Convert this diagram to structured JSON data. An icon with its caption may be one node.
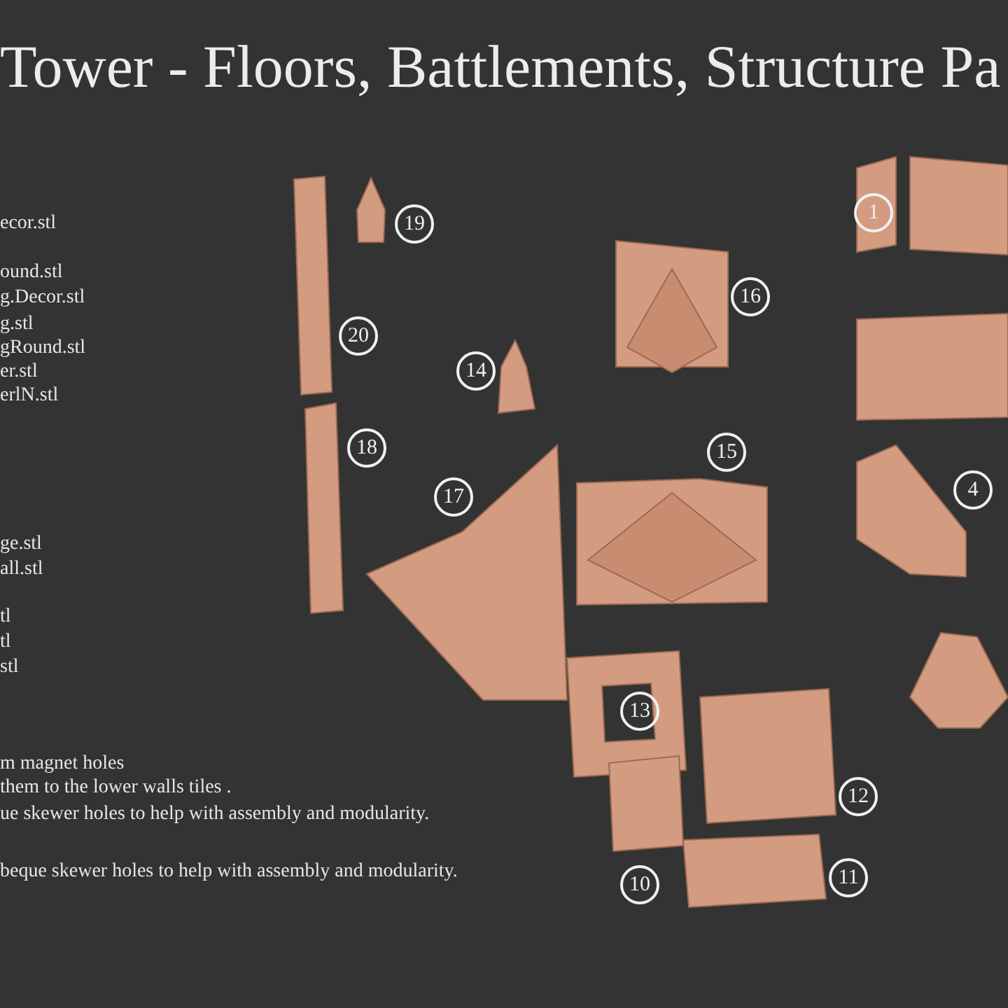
{
  "diagram": {
    "title": "Tower - Floors, Battlements, Structure Pa",
    "labels": [
      "ecor.stl",
      "ound.stl",
      "g.Decor.stl",
      "g.stl",
      "gRound.stl",
      "er.stl",
      "erlN.stl",
      "ge.stl",
      "all.stl",
      "tl",
      "tl",
      "stl",
      "m magnet holes",
      "them to the lower walls tiles .",
      "ue skewer holes to help with assembly and modularity.",
      "beque skewer holes to help with assembly and modularity.",
      "1",
      "19",
      "16",
      "20",
      "14",
      "18",
      "15",
      "4",
      "17",
      "13",
      "12",
      "11",
      "10"
    ]
  }
}
